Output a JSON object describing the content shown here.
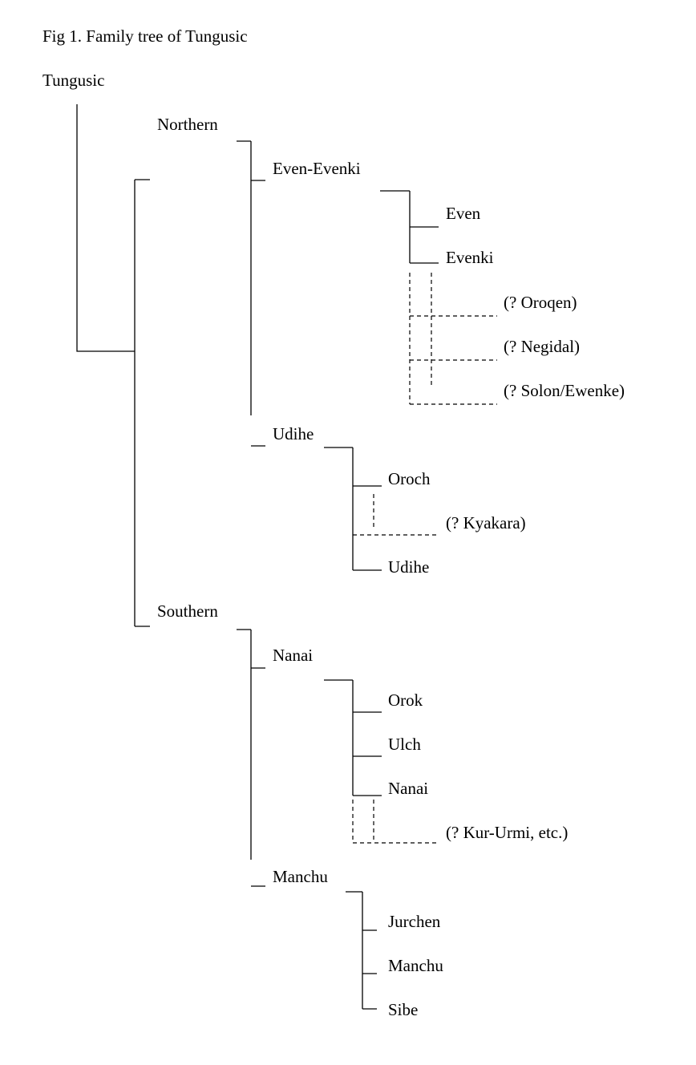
{
  "caption": "Fig 1. Family tree of Tungusic",
  "nodes": {
    "root": "Tungusic",
    "northern": "Northern",
    "even_evenki": "Even-Evenki",
    "even": "Even",
    "evenki": "Evenki",
    "oroqen": "(? Oroqen)",
    "negidal": "(? Negidal)",
    "solon": "(? Solon/Ewenke)",
    "udihe_group": "Udihe",
    "oroch": "Oroch",
    "kyakara": "(? Kyakara)",
    "udihe": "Udihe",
    "southern": "Southern",
    "nanai_group": "Nanai",
    "orok": "Orok",
    "ulch": "Ulch",
    "nanai": "Nanai",
    "kur_urmi": "(? Kur-Urmi, etc.)",
    "manchu_group": "Manchu",
    "jurchen": "Jurchen",
    "manchu": "Manchu",
    "sibe": "Sibe"
  },
  "tree": {
    "name": "root",
    "children": [
      {
        "name": "northern",
        "children": [
          {
            "name": "even_evenki",
            "children": [
              {
                "name": "even"
              },
              {
                "name": "evenki"
              },
              {
                "name": "oroqen",
                "uncertain": true
              },
              {
                "name": "negidal",
                "uncertain": true
              },
              {
                "name": "solon",
                "uncertain": true
              }
            ]
          },
          {
            "name": "udihe_group",
            "children": [
              {
                "name": "oroch"
              },
              {
                "name": "kyakara",
                "uncertain": true
              },
              {
                "name": "udihe"
              }
            ]
          }
        ]
      },
      {
        "name": "southern",
        "children": [
          {
            "name": "nanai_group",
            "children": [
              {
                "name": "orok"
              },
              {
                "name": "ulch"
              },
              {
                "name": "nanai"
              },
              {
                "name": "kur_urmi",
                "uncertain": true
              }
            ]
          },
          {
            "name": "manchu_group",
            "children": [
              {
                "name": "jurchen"
              },
              {
                "name": "manchu"
              },
              {
                "name": "sibe"
              }
            ]
          }
        ]
      }
    ]
  }
}
